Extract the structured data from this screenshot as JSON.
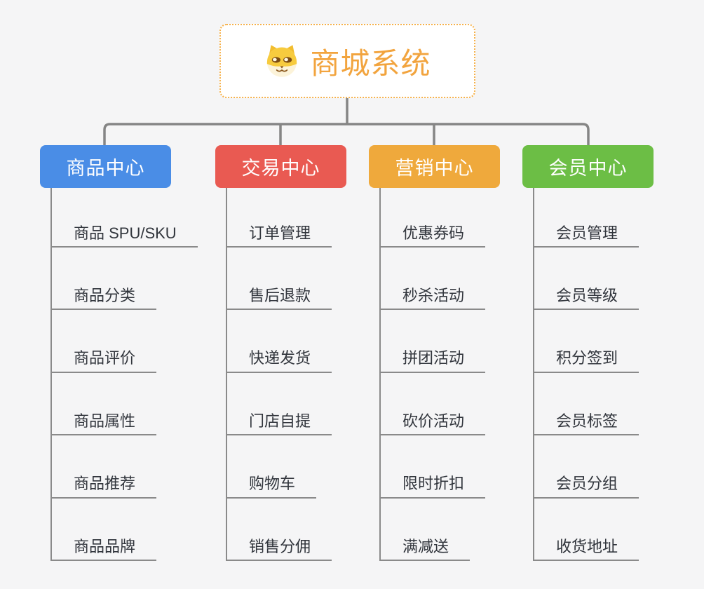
{
  "canvas": {
    "background": "#f5f5f6"
  },
  "root": {
    "title": "商城系统",
    "icon": "dog-face-icon",
    "text_color": "#f2a43e",
    "border_color": "#f6b14a"
  },
  "connector_color": "#858585",
  "line_color": "#8a8a8a",
  "branches": [
    {
      "label": "商品中心",
      "color": "#4a8de6",
      "items": [
        "商品 SPU/SKU",
        "商品分类",
        "商品评价",
        "商品属性",
        "商品推荐",
        "商品品牌"
      ]
    },
    {
      "label": "交易中心",
      "color": "#e95a52",
      "items": [
        "订单管理",
        "售后退款",
        "快递发货",
        "门店自提",
        "购物车",
        "销售分佣"
      ]
    },
    {
      "label": "营销中心",
      "color": "#efa93c",
      "items": [
        "优惠券码",
        "秒杀活动",
        "拼团活动",
        "砍价活动",
        "限时折扣",
        "满减送"
      ]
    },
    {
      "label": "会员中心",
      "color": "#6cbe45",
      "items": [
        "会员管理",
        "会员等级",
        "积分签到",
        "会员标签",
        "会员分组",
        "收货地址"
      ]
    }
  ]
}
